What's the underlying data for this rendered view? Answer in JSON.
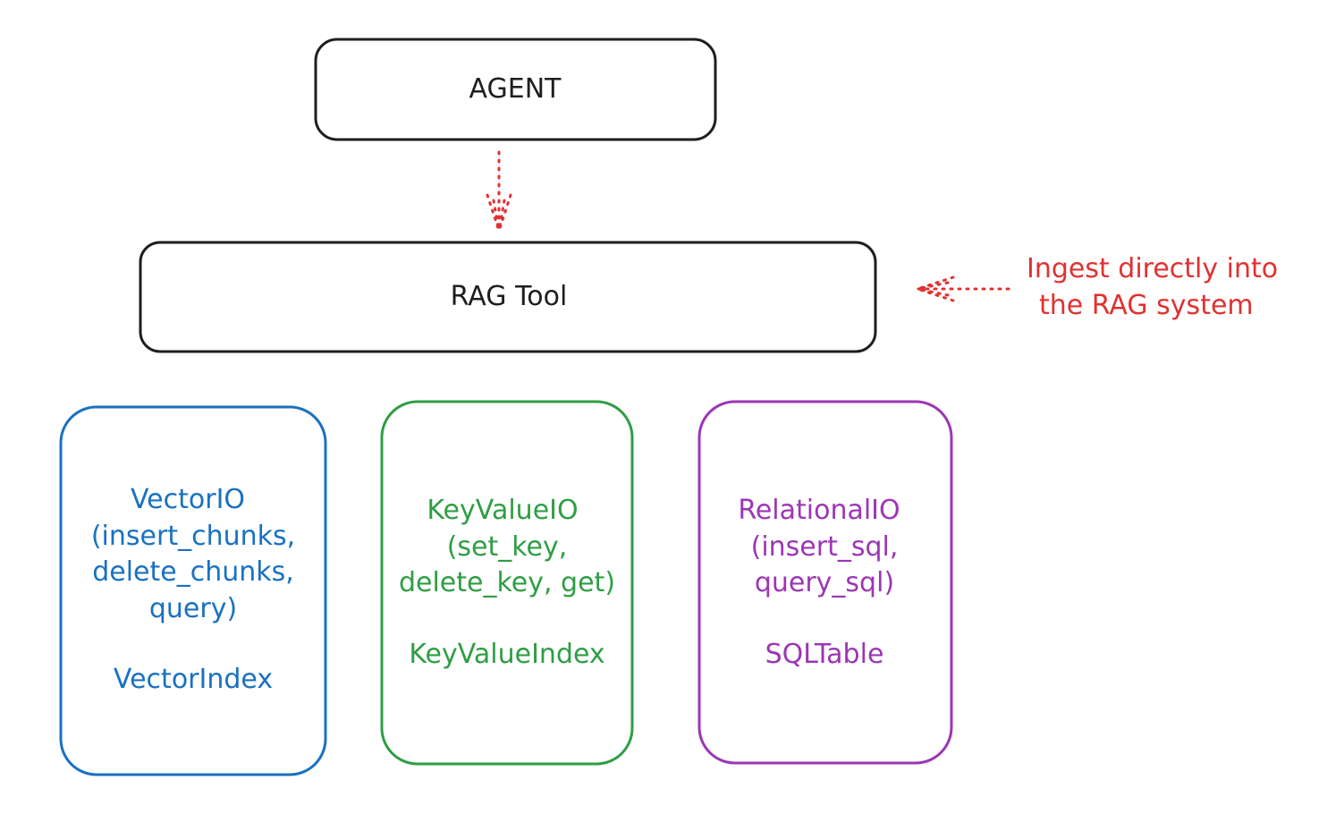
{
  "colors": {
    "agent_box": "#1e1e1e",
    "rag_box": "#1e1e1e",
    "arrow": "#e03131",
    "note": "#e03131",
    "vector": "#1971c2",
    "keyvalue": "#2f9e44",
    "relational": "#9c36b5"
  },
  "agent": {
    "label": "AGENT"
  },
  "rag_tool": {
    "label": "RAG Tool"
  },
  "ingest_note": {
    "line1": "Ingest directly into",
    "line2": "the RAG system"
  },
  "vector_box": {
    "line1": "VectorIO",
    "line2": "(insert_chunks,",
    "line3": "delete_chunks,",
    "line4": "query)",
    "index": "VectorIndex"
  },
  "keyvalue_box": {
    "line1": "KeyValueIO",
    "line2": "(set_key,",
    "line3": "delete_key, get)",
    "index": "KeyValueIndex"
  },
  "relational_box": {
    "line1": "RelationalIO",
    "line2": "(insert_sql,",
    "line3": "query_sql)",
    "index": "SQLTable"
  }
}
